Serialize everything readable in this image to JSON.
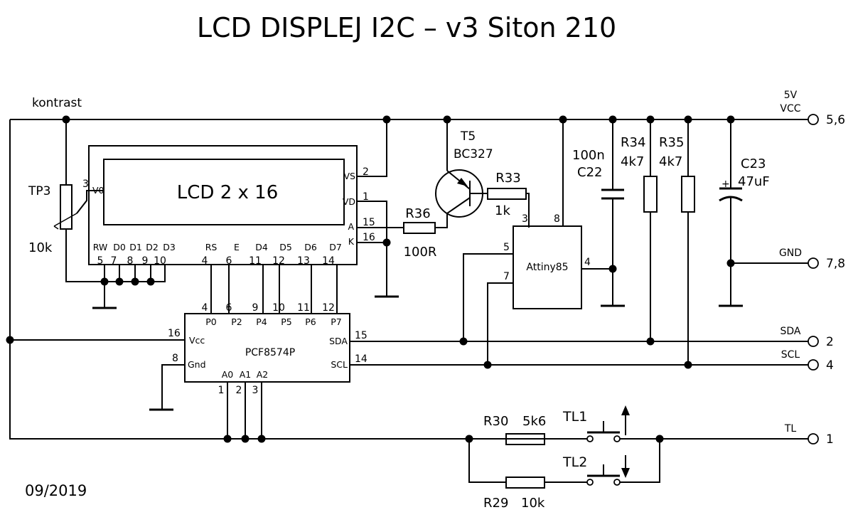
{
  "title": "LCD DISPLEJ I2C – v3  Siton 210",
  "date": "09/2019",
  "net_labels": {
    "kontrast": "kontrast",
    "v5": "5V",
    "vcc": "VCC",
    "gnd": "GND",
    "sda": "SDA",
    "scl": "SCL",
    "tl": "TL"
  },
  "terminals": {
    "vcc": "5,6",
    "gnd": "7,8",
    "sda": "2",
    "scl": "4",
    "tl": "1"
  },
  "lcd": {
    "label": "LCD 2 x 16",
    "pin_names": {
      "vs": "VS",
      "vd": "VD",
      "a": "A",
      "k": "K",
      "v0": "V0",
      "rw": "RW",
      "d0": "D0",
      "d1": "D1",
      "d2": "D2",
      "d3": "D3",
      "rs": "RS",
      "e": "E",
      "d4": "D4",
      "d5": "D5",
      "d6": "D6",
      "d7": "D7"
    },
    "pin_numbers": {
      "vs": "2",
      "vd": "1",
      "a": "15",
      "k": "16",
      "v0": "3",
      "rw": "5",
      "d0": "7",
      "d1": "8",
      "d2": "9",
      "d3": "10",
      "rs": "4",
      "e": "6",
      "d4": "11",
      "d5": "12",
      "d6": "13",
      "d7": "14"
    }
  },
  "pcf": {
    "label": "PCF8574P",
    "pin_names": {
      "p0": "P0",
      "p2": "P2",
      "p4": "P4",
      "p5": "P5",
      "p6": "P6",
      "p7": "P7",
      "vcc": "Vcc",
      "gnd": "Gnd",
      "sda": "SDA",
      "scl": "SCL",
      "a0": "A0",
      "a1": "A1",
      "a2": "A2"
    },
    "pin_numbers": {
      "p0": "4",
      "p2": "6",
      "p4": "9",
      "p5": "10",
      "p6": "11",
      "p7": "12",
      "vcc": "16",
      "gnd": "8",
      "sda": "15",
      "scl": "14",
      "a0": "1",
      "a1": "2",
      "a2": "3"
    }
  },
  "attiny": {
    "label": "Attiny85",
    "pin_numbers": {
      "p3": "3",
      "p8": "8",
      "p5": "5",
      "p7": "7",
      "p4": "4"
    }
  },
  "components": {
    "tp3": {
      "ref": "TP3",
      "value": "10k",
      "pin": "3"
    },
    "t5": {
      "ref": "T5",
      "value": "BC327"
    },
    "r33": {
      "ref": "R33",
      "value": "1k"
    },
    "r36": {
      "ref": "R36",
      "value": "100R"
    },
    "c22": {
      "ref": "C22",
      "value": "100n"
    },
    "r34": {
      "ref": "R34",
      "value": "4k7"
    },
    "r35": {
      "ref": "R35",
      "value": "4k7"
    },
    "c23": {
      "ref": "C23",
      "value": "47uF",
      "polarity": "+"
    },
    "r30": {
      "ref": "R30",
      "value": "5k6"
    },
    "r29": {
      "ref": "R29",
      "value": "10k"
    },
    "tl1": {
      "ref": "TL1"
    },
    "tl2": {
      "ref": "TL2"
    }
  }
}
